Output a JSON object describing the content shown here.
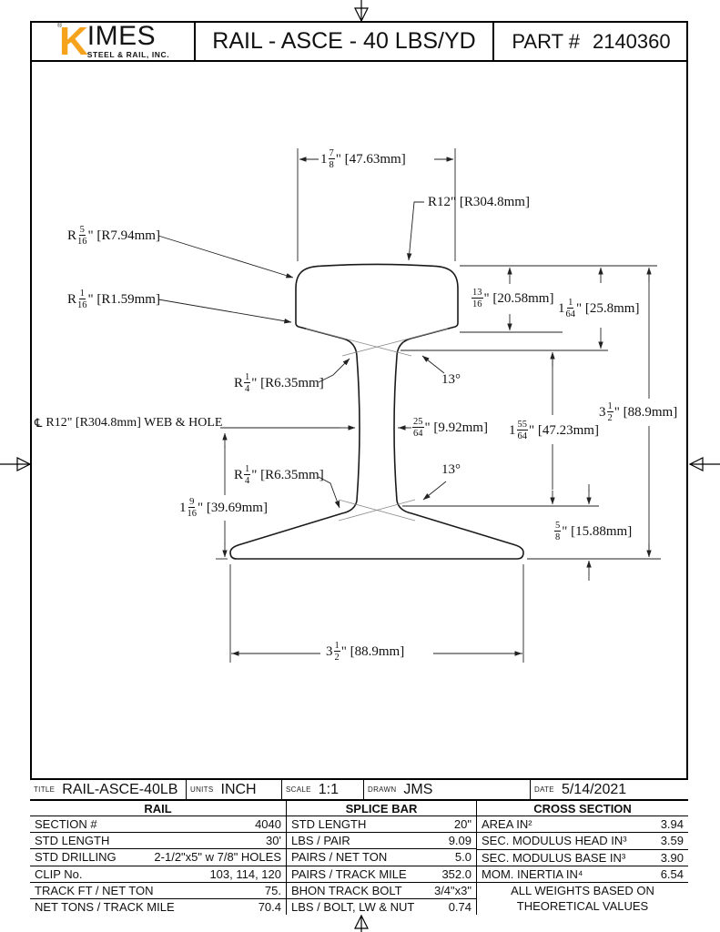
{
  "header": {
    "logo_k": "K",
    "logo_rest": "IMES",
    "logo_sub": "STEEL & RAIL, INC.",
    "logo_reg": "®",
    "title": "RAIL - ASCE - 40 LBS/YD",
    "part_label": "PART #",
    "part_number": "2140360",
    "brand_orange": "#F5A21D"
  },
  "drawing": {
    "labels": {
      "top_width": {
        "pre": "1",
        "num": "7",
        "den": "8",
        "suf": "\" [47.63mm]"
      },
      "r12_head": {
        "text": "R12\" [R304.8mm]"
      },
      "r5_16": {
        "pre": "R",
        "num": "5",
        "den": "16",
        "suf": "\" [R7.94mm]"
      },
      "r1_16": {
        "pre": "R",
        "num": "1",
        "den": "16",
        "suf": "\" [R1.59mm]"
      },
      "head_height": {
        "pre": "",
        "num": "13",
        "den": "16",
        "suf": "\" [20.58mm]"
      },
      "head_depth": {
        "pre": "1",
        "num": "1",
        "den": "64",
        "suf": "\" [25.8mm]"
      },
      "total_height": {
        "pre": "3",
        "num": "1",
        "den": "2",
        "suf": "\" [88.9mm]"
      },
      "web_height": {
        "pre": "1",
        "num": "55",
        "den": "64",
        "suf": "\" [47.23mm]"
      },
      "web_width": {
        "pre": "",
        "num": "25",
        "den": "64",
        "suf": "\" [9.92mm]"
      },
      "web_hole": {
        "symbol": "℄",
        "text": "R12\" [R304.8mm] WEB & HOLE"
      },
      "r14_upper": {
        "pre": "R",
        "num": "1",
        "den": "4",
        "suf": "\" [R6.35mm]"
      },
      "r14_lower": {
        "pre": "R",
        "num": "1",
        "den": "4",
        "suf": "\" [R6.35mm]"
      },
      "angle_upper": {
        "text": "13°"
      },
      "angle_lower": {
        "text": "13°"
      },
      "base_rise": {
        "pre": "1",
        "num": "9",
        "den": "16",
        "suf": "\" [39.69mm]"
      },
      "base_edge": {
        "pre": "",
        "num": "5",
        "den": "8",
        "suf": "\" [15.88mm]"
      },
      "base_width": {
        "pre": "3",
        "num": "1",
        "den": "2",
        "suf": "\" [88.9mm]"
      }
    }
  },
  "titleblock": {
    "title_label": "TITLE",
    "title_value": "RAIL-ASCE-40LB",
    "units_label": "UNITS",
    "units_value": "INCH",
    "scale_label": "SCALE",
    "scale_value": "1:1",
    "drawn_label": "DRAWN",
    "drawn_value": "JMS",
    "date_label": "DATE",
    "date_value": "5/14/2021"
  },
  "table": {
    "rail": {
      "header": "RAIL",
      "rows": [
        {
          "label": "SECTION #",
          "value": "4040"
        },
        {
          "label": "STD LENGTH",
          "value": "30'"
        },
        {
          "label": "STD DRILLING",
          "value": "2-1/2\"x5\" w 7/8\" HOLES"
        },
        {
          "label": "CLIP No.",
          "value": "103, 114, 120"
        },
        {
          "label": "TRACK FT / NET TON",
          "value": "75."
        },
        {
          "label": "NET TONS / TRACK MILE",
          "value": "70.4"
        }
      ]
    },
    "splice": {
      "header": "SPLICE BAR",
      "rows": [
        {
          "label": "STD LENGTH",
          "value": "20\""
        },
        {
          "label": "LBS / PAIR",
          "value": "9.09"
        },
        {
          "label": "PAIRS / NET TON",
          "value": "5.0"
        },
        {
          "label": "PAIRS / TRACK MILE",
          "value": "352.0"
        },
        {
          "label": "BHON TRACK BOLT",
          "value": "3/4\"x3\""
        },
        {
          "label": "LBS / BOLT, LW & NUT",
          "value": "0.74"
        }
      ]
    },
    "cross": {
      "header": "CROSS SECTION",
      "rows": [
        {
          "label": "AREA  IN²",
          "value": "3.94"
        },
        {
          "label": "SEC. MODULUS HEAD  IN³",
          "value": "3.59"
        },
        {
          "label": "SEC. MODULUS BASE  IN³",
          "value": "3.90"
        },
        {
          "label": "MOM. INERTIA  IN⁴",
          "value": "6.54"
        }
      ],
      "note1": "ALL WEIGHTS BASED ON",
      "note2": "THEORETICAL VALUES"
    }
  }
}
